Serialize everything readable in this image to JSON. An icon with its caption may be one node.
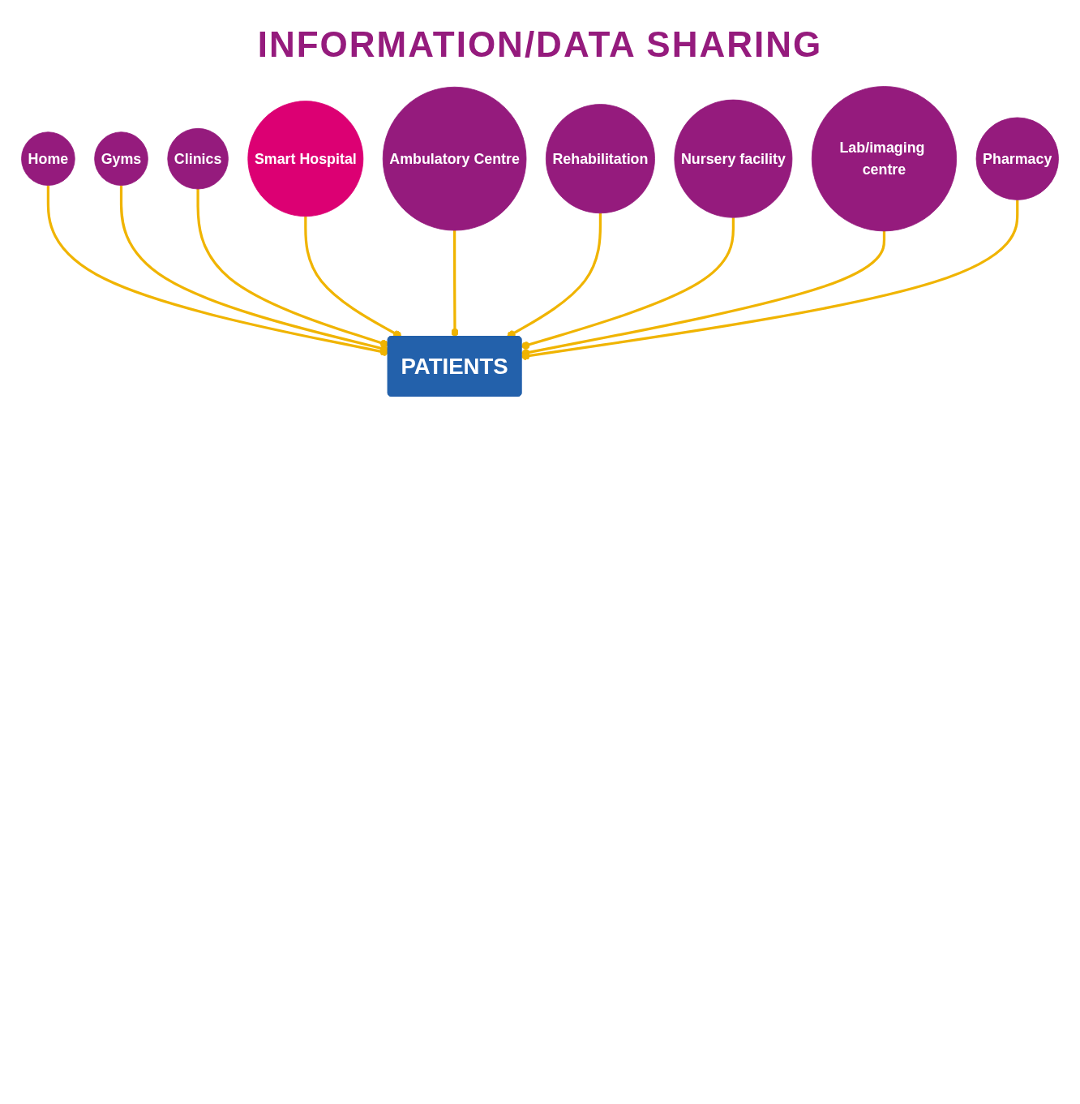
{
  "diagram": {
    "title": "INFORMATION/DATA SHARING",
    "nodes": [
      {
        "text": [
          "PATIENTS"
        ]
      },
      {
        "text": [
          "Home"
        ]
      },
      {
        "text": [
          "Gyms"
        ]
      },
      {
        "text": [
          "Clinics"
        ]
      },
      {
        "text": [
          "Smart Hospital"
        ]
      },
      {
        "text": [
          "Ambulatory Centre"
        ]
      },
      {
        "text": [
          "Rehabilitation"
        ]
      },
      {
        "text": [
          "Nursery facility"
        ]
      },
      {
        "text": [
          "Lab/imaging centre"
        ]
      },
      {
        "text": [
          "Pharmacy"
        ]
      }
    ],
    "edges": [
      {
        "from": 1,
        "to": 0,
        "arrow": "other"
      },
      {
        "from": 2,
        "to": 0,
        "arrow": "other"
      },
      {
        "from": 3,
        "to": 0,
        "arrow": "other"
      },
      {
        "from": 4,
        "to": 0,
        "arrow": "other"
      },
      {
        "from": 5,
        "to": 0,
        "arrow": "other"
      },
      {
        "from": 6,
        "to": 0,
        "arrow": "other"
      },
      {
        "from": 7,
        "to": 0,
        "arrow": "other"
      },
      {
        "from": 8,
        "to": 0,
        "arrow": "other"
      },
      {
        "from": 9,
        "to": 0,
        "arrow": "other"
      }
    ]
  }
}
